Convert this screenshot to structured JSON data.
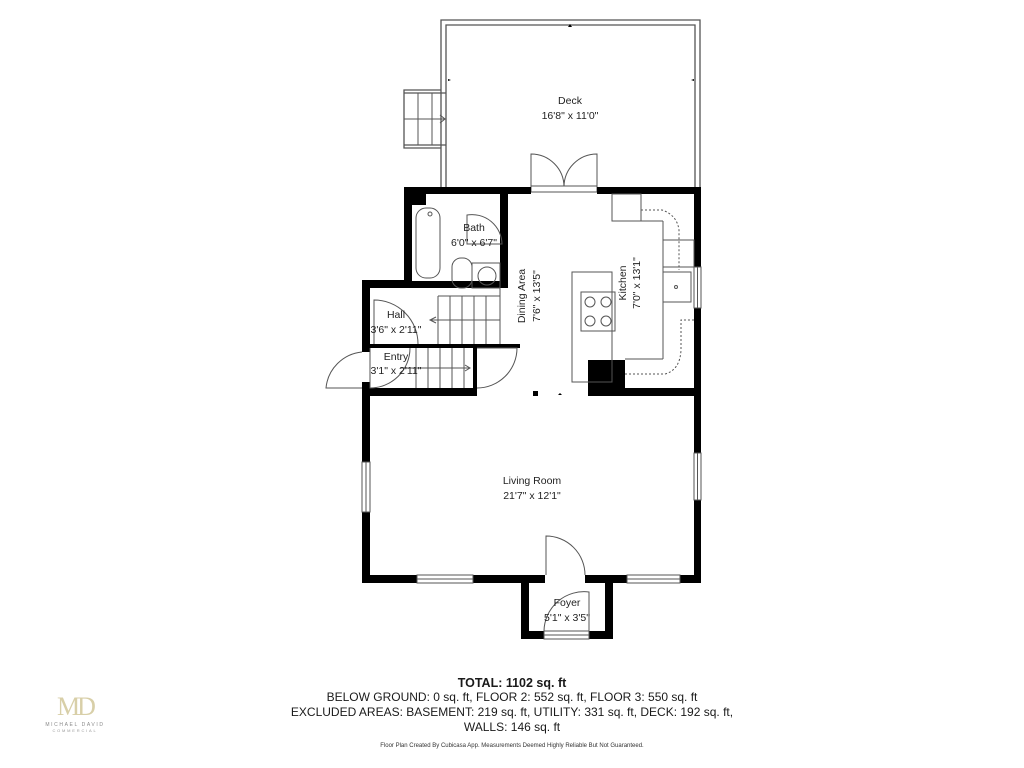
{
  "rooms": {
    "deck": {
      "name": "Deck",
      "size": "16'8\" x 11'0\""
    },
    "bath": {
      "name": "Bath",
      "size": "6'0\" x 6'7\""
    },
    "dining": {
      "name": "Dining Area",
      "size": "7'6\" x 13'5\""
    },
    "kitchen": {
      "name": "Kitchen",
      "size": "7'0\" x 13'1\""
    },
    "hall": {
      "name": "Hall",
      "size": "3'6\" x 2'11\""
    },
    "entry": {
      "name": "Entry",
      "size": "3'1\" x 2'11\""
    },
    "living": {
      "name": "Living Room",
      "size": "21'7\" x 12'1\""
    },
    "foyer": {
      "name": "Foyer",
      "size": "5'1\" x 3'5\""
    }
  },
  "summary": {
    "total": "TOTAL: 1102 sq. ft",
    "line1": "BELOW GROUND: 0 sq. ft, FLOOR 2: 552 sq. ft, FLOOR 3: 550 sq. ft",
    "line2": "EXCLUDED AREAS: BASEMENT: 219 sq. ft, UTILITY: 331 sq. ft, DECK: 192 sq. ft,",
    "line3": "WALLS: 146 sq. ft",
    "disclaimer": "Floor Plan Created By Cubicasa App. Measurements Deemed Highly Reliable But Not Guaranteed."
  },
  "logo": {
    "mark": "MD",
    "name": "MICHAEL DAVID",
    "sub": "COMMERCIAL"
  },
  "colors": {
    "wall": "#000000",
    "line": "#444444",
    "logo_gold": "#d8cfa8"
  }
}
